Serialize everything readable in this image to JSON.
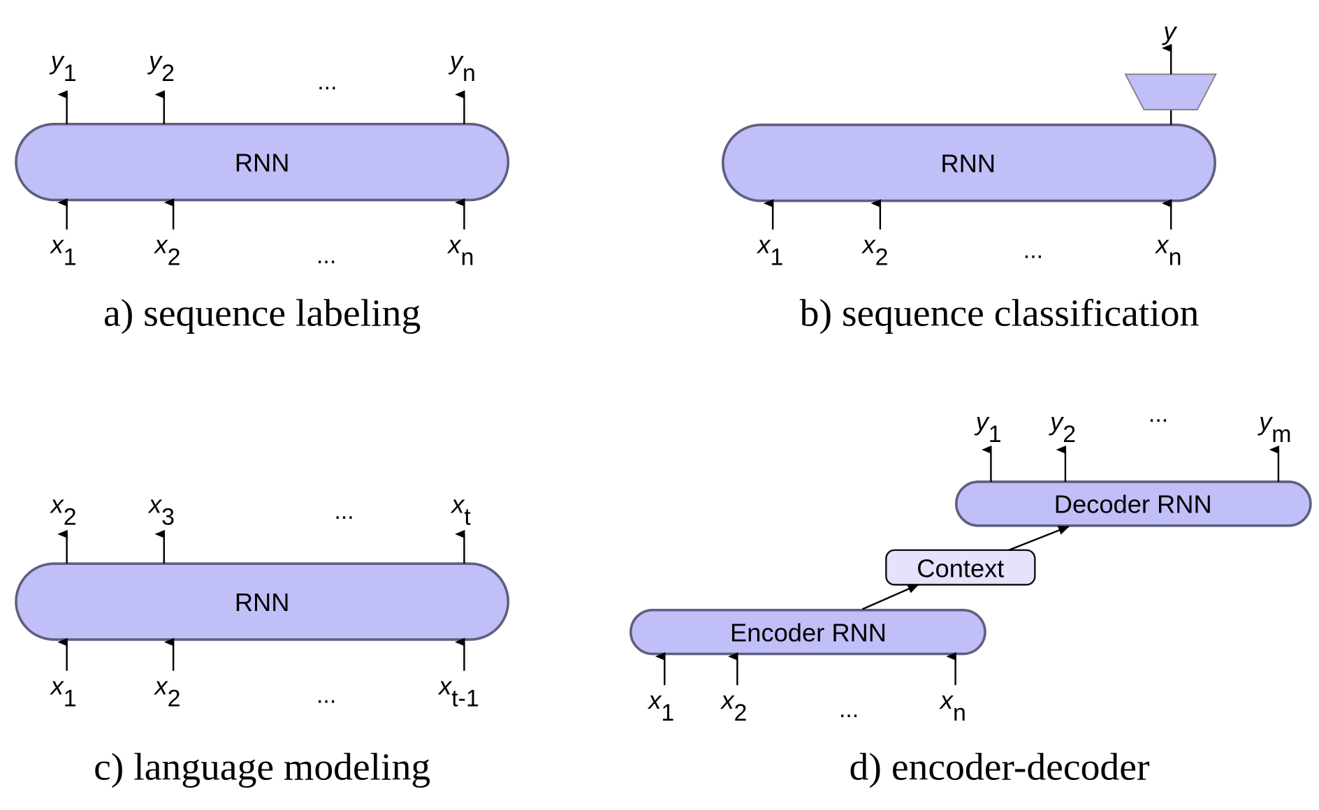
{
  "panels": {
    "a": {
      "caption": "a) sequence labeling",
      "box_label": "RNN",
      "inputs": [
        {
          "v": "x",
          "s": "1"
        },
        {
          "v": "x",
          "s": "2"
        },
        {
          "v": "x",
          "s": "n"
        }
      ],
      "outputs": [
        {
          "v": "y",
          "s": "1"
        },
        {
          "v": "y",
          "s": "2"
        },
        {
          "v": "y",
          "s": "n"
        }
      ],
      "ellipsis": "..."
    },
    "b": {
      "caption": "b) sequence classification",
      "box_label": "RNN",
      "inputs": [
        {
          "v": "x",
          "s": "1"
        },
        {
          "v": "x",
          "s": "2"
        },
        {
          "v": "x",
          "s": "n"
        }
      ],
      "output": {
        "v": "y",
        "s": ""
      },
      "ellipsis": "..."
    },
    "c": {
      "caption": "c) language modeling",
      "box_label": "RNN",
      "inputs": [
        {
          "v": "x",
          "s": "1"
        },
        {
          "v": "x",
          "s": "2"
        },
        {
          "v": "x",
          "s": "t-1"
        }
      ],
      "outputs": [
        {
          "v": "x",
          "s": "2"
        },
        {
          "v": "x",
          "s": "3"
        },
        {
          "v": "x",
          "s": "t"
        }
      ],
      "ellipsis": "..."
    },
    "d": {
      "caption": "d) encoder-decoder",
      "encoder_label": "Encoder RNN",
      "context_label": "Context",
      "decoder_label": "Decoder RNN",
      "inputs": [
        {
          "v": "x",
          "s": "1"
        },
        {
          "v": "x",
          "s": "2"
        },
        {
          "v": "x",
          "s": "n"
        }
      ],
      "outputs": [
        {
          "v": "y",
          "s": "1"
        },
        {
          "v": "y",
          "s": "2"
        },
        {
          "v": "y",
          "s": "m"
        }
      ],
      "ellipsis": "..."
    }
  },
  "colors": {
    "box_fill": "#c0bff8",
    "box_stroke": "#5f5f80",
    "context_fill": "#e4e2fc"
  }
}
